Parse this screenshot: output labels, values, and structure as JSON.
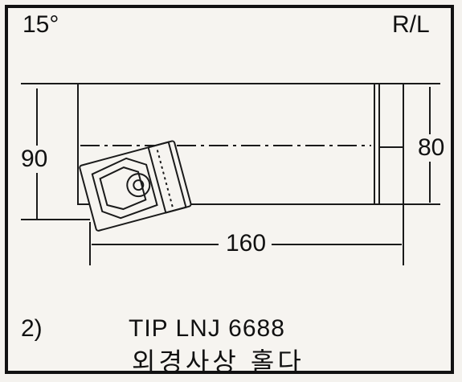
{
  "header": {
    "angle": "15°",
    "hand": "R/L"
  },
  "dimensions": {
    "height": "90",
    "shank_height": "80",
    "length": "160"
  },
  "footer": {
    "item_number": "2)",
    "tip": "TIP LNJ 6688",
    "name": "외경사상 홀다"
  }
}
